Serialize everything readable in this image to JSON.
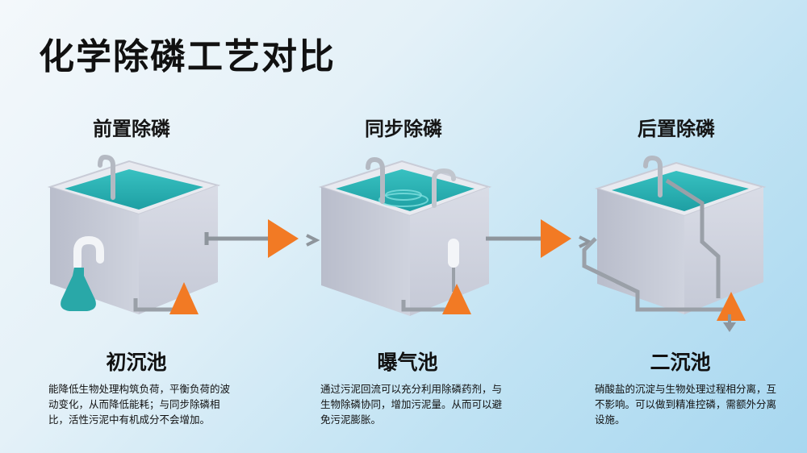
{
  "page": {
    "title": "化学除磷工艺对比"
  },
  "columns": [
    {
      "heading": "前置除磷",
      "tank": "初沉池",
      "description": "能降低生物处理构筑负荷，平衡负荷的波动变化，从而降低能耗；与同步除磷相比，活性污泥中有机成分不会增加。"
    },
    {
      "heading": "同步除磷",
      "tank": "曝气池",
      "description": "通过污泥回流可以充分利用除磷药剂，与生物除磷协同，增加污泥量。从而可以避免污泥膨胀。"
    },
    {
      "heading": "后置除磷",
      "tank": "二沉池",
      "description": "硝酸盐的沉淀与生物处理过程相分离，互不影响。可以做到精准控磷，需额外分离设施。"
    }
  ],
  "colors": {
    "water": "#2fb3b3",
    "tank": "#d4d7e3",
    "pipe": "#8e959c",
    "arrow": "#f27a24",
    "flask": "#2aa6a6"
  }
}
